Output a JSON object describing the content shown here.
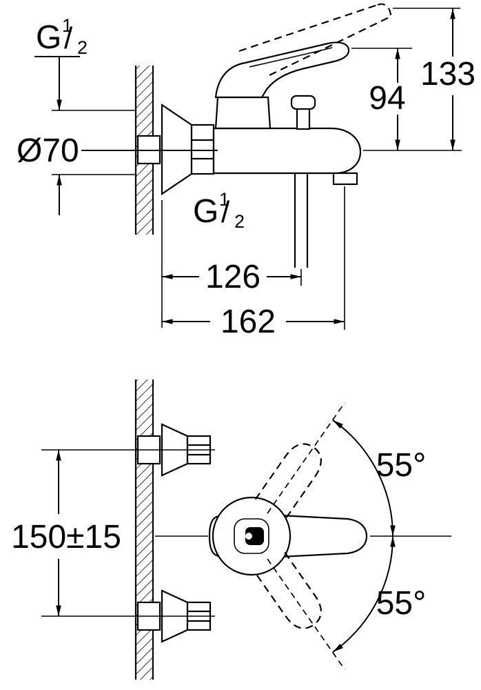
{
  "drawing": {
    "kind": "bath-mixer-installation-dimension-drawing",
    "colors": {
      "line": "#000000",
      "background": "#ffffff"
    },
    "side_view": {
      "wall_thread": {
        "prefix": "G",
        "numerator": "1",
        "slash": "/",
        "denominator": "2"
      },
      "escutcheon_diameter": "Ø70",
      "height_center_to_handle": "94",
      "height_center_to_open_handle": "133",
      "outlet_thread": {
        "prefix": "G",
        "numerator": "1",
        "slash": "/",
        "denominator": "2"
      },
      "depth_to_shower_outlet": "126",
      "depth_to_spout_outlet": "162"
    },
    "front_view": {
      "mounting_centers": "150±15",
      "swing_angle_up": "55°",
      "swing_angle_down": "55°"
    }
  }
}
